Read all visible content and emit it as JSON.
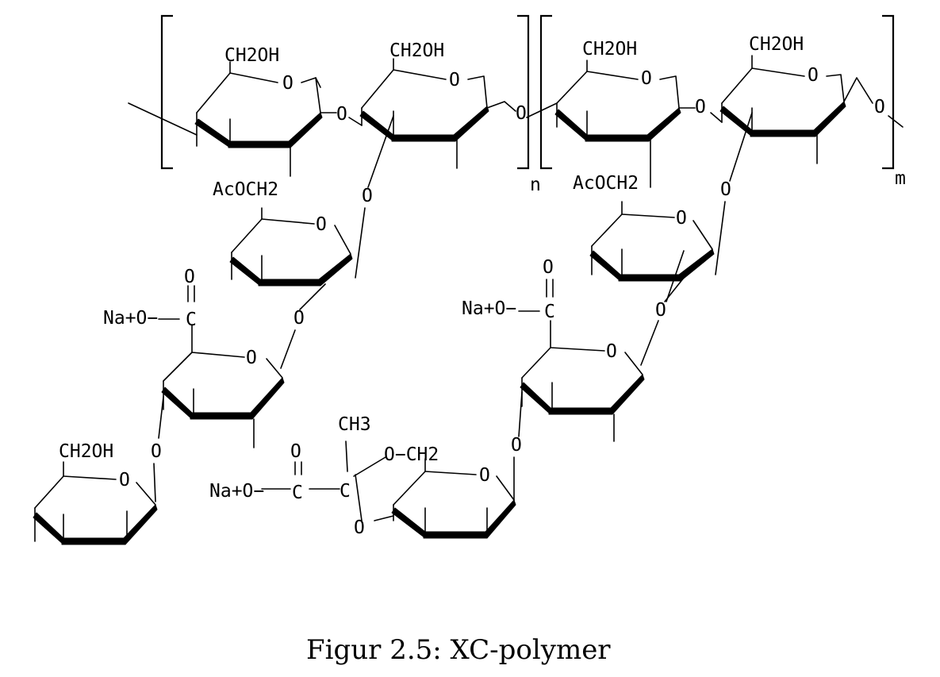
{
  "structure": {
    "sugar1_group": "CH2OH",
    "sugar2_group": "CH2OH",
    "sugar3_group": "CH2OH",
    "sugar4_group": "CH2OH",
    "terminal_group": "CH2OH",
    "acetyl_left": "AcOCH2",
    "acetyl_right": "AcOCH2",
    "carboxylate_left": "Na+O−",
    "carboxylate_right": "Na+O−",
    "pyruvate_salt": "Na+O−",
    "methyl": "CH3",
    "och2": "O−CH2",
    "carbon": "C",
    "oxygen": "O",
    "repeat_n": "n",
    "repeat_m": "m"
  },
  "caption": "Figur 2.5: XC-polymer"
}
